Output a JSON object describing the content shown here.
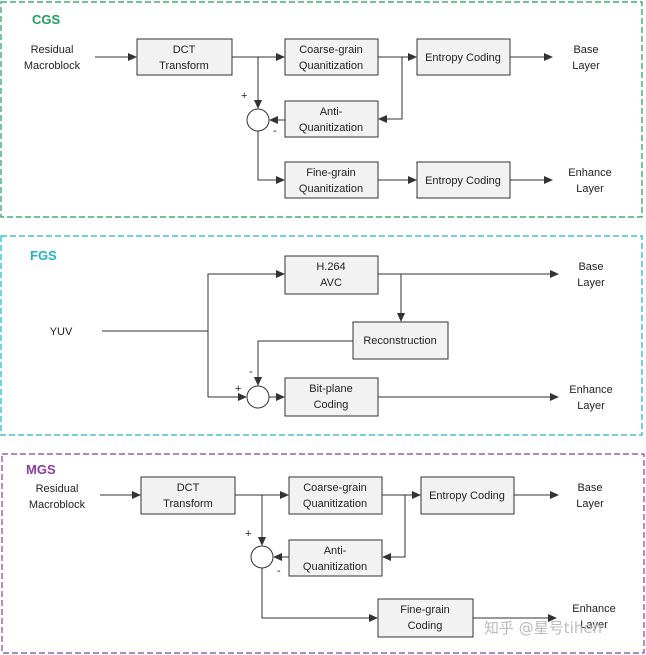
{
  "colors": {
    "cgs": "#1e9e5a",
    "fgs": "#1fb3c9",
    "mgs": "#8a3d9e"
  },
  "cgs": {
    "title": "CGS",
    "input": [
      "Residual",
      "Macroblock"
    ],
    "dct": [
      "DCT",
      "Transform"
    ],
    "coarse": [
      "Coarse-grain",
      "Quanitization"
    ],
    "entropy1": "Entropy Coding",
    "base": [
      "Base",
      "Layer"
    ],
    "anti": [
      "Anti-",
      "Quanitization"
    ],
    "fine": [
      "Fine-grain",
      "Quanitization"
    ],
    "entropy2": "Entropy Coding",
    "enhance": [
      "Enhance",
      "Layer"
    ],
    "plus": "+",
    "minus": "-"
  },
  "fgs": {
    "title": "FGS",
    "input": "YUV",
    "avc": [
      "H.264",
      "AVC"
    ],
    "base": [
      "Base",
      "Layer"
    ],
    "recon": "Reconstruction",
    "bitplane": [
      "Bit-plane",
      "Coding"
    ],
    "enhance": [
      "Enhance",
      "Layer"
    ],
    "plus": "+",
    "minus": "-"
  },
  "mgs": {
    "title": "MGS",
    "input": [
      "Residual",
      "Macroblock"
    ],
    "dct": [
      "DCT",
      "Transform"
    ],
    "coarse": [
      "Coarse-grain",
      "Quanitization"
    ],
    "entropy": "Entropy Coding",
    "base": [
      "Base",
      "Layer"
    ],
    "anti": [
      "Anti-",
      "Quanitization"
    ],
    "fine": [
      "Fine-grain",
      "Coding"
    ],
    "enhance": [
      "Enhance",
      "Layer"
    ],
    "plus": "+",
    "minus": "-"
  },
  "watermark": "知乎 @星号tihen"
}
